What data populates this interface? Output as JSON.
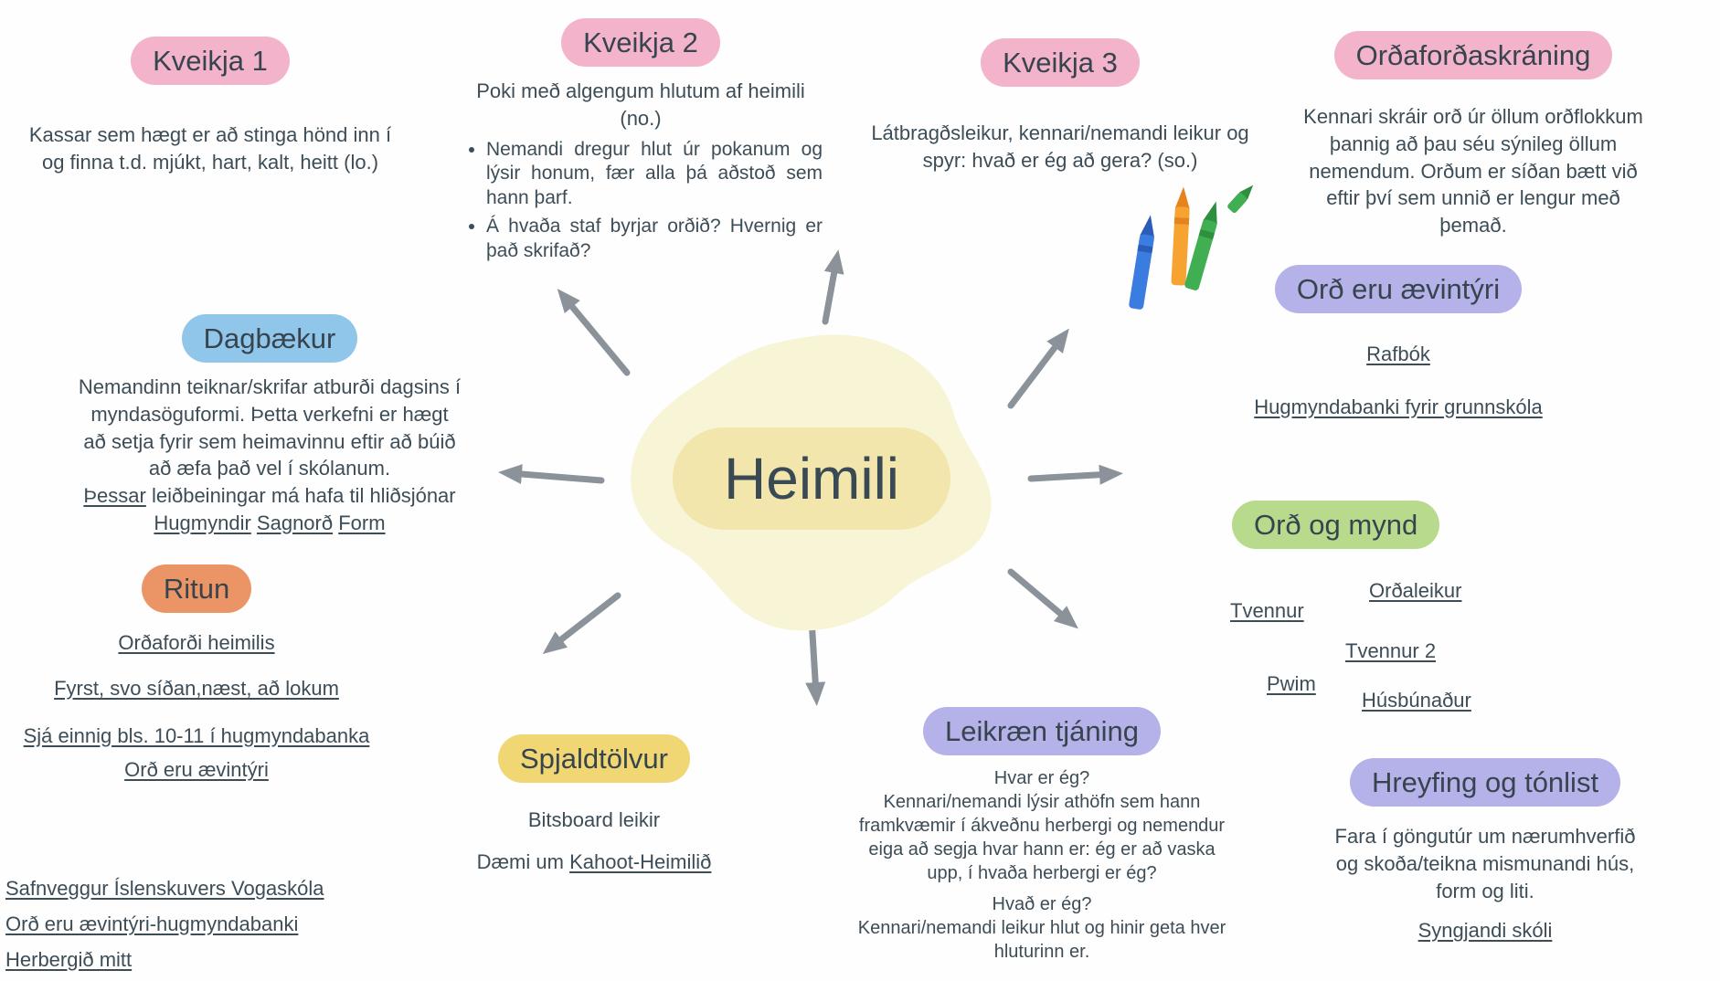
{
  "center": {
    "title": "Heimili"
  },
  "colors": {
    "pink": "#f3b4cb",
    "blue": "#8fc6e9",
    "orange": "#eb9566",
    "yellow": "#f1d773",
    "purple": "#b4b2e9",
    "green": "#b8da8c",
    "text": "#3d4d57",
    "arrow": "#8b929a",
    "blob_outer": "#f8f4d6",
    "blob_inner": "#f3e6ac"
  },
  "kveikja1": {
    "label": "Kveikja 1",
    "body": "Kassar sem hægt er að stinga hönd inn í og finna t.d. mjúkt, hart, kalt, heitt (lo.)"
  },
  "kveikja2": {
    "label": "Kveikja 2",
    "intro": "Poki með algengum hlutum af heimili (no.)",
    "bullets": [
      "Nemandi dregur hlut úr pokanum og lýsir honum, fær alla þá aðstoð sem hann þarf.",
      "Á hvaða staf byrjar orðið? Hvernig er það skrifað?"
    ]
  },
  "kveikja3": {
    "label": "Kveikja 3",
    "body": "Látbragðsleikur, kennari/nemandi leikur og spyr: hvað er ég að gera? (so.)"
  },
  "ordafordaskraning": {
    "label": "Orðaforðaskráning",
    "body": "Kennari skráir orð úr öllum orðflokkum þannig að þau séu sýnileg öllum nemendum. Orðum er síðan bætt við eftir því sem unnið er lengur með þemað."
  },
  "dagbaekur": {
    "label": "Dagbækur",
    "body": "Nemandinn teiknar/skrifar atburði dagsins í myndasöguformi. Þetta verkefni er hægt að setja fyrir sem heimavinnu eftir að búið að æfa það vel í skólanum.",
    "link_thessar": "Þessar",
    "after_thessar": "leiðbeiningar má hafa til hliðsjónar",
    "links": [
      "Hugmyndir",
      "Sagnorð",
      "Form"
    ]
  },
  "ritun": {
    "label": "Ritun",
    "links": [
      "Orðaforði heimilis",
      "Fyrst, svo síðan,næst, að lokum",
      "Sjá einnig bls. 10-11 í hugmyndabanka",
      "Orð eru ævintýri"
    ]
  },
  "footer_links": [
    "Safnveggur Íslenskuvers Vogaskóla",
    "Orð eru ævintýri-hugmyndabanki",
    "Herbergið mitt"
  ],
  "spjaldtolvur": {
    "label": "Spjaldtölvur",
    "line1": "Bitsboard leikir",
    "line2_prefix": "Dæmi um",
    "line2_link": "Kahoot-Heimilið"
  },
  "leikraen": {
    "label": "Leikræn tjáning",
    "q1": "Hvar er ég?",
    "p1": "Kennari/nemandi lýsir athöfn sem hann framkvæmir í ákveðnu herbergi og nemendur eiga að segja hvar hann er: ég er að vaska upp, í hvaða herbergi er ég?",
    "q2": "Hvað er ég?",
    "p2": "Kennari/nemandi leikur hlut og hinir geta hver hluturinn er."
  },
  "ord_eru_aevintyri": {
    "label": "Orð eru ævintýri",
    "links": [
      "Rafbók",
      "Hugmyndabanki fyrir grunnskóla"
    ]
  },
  "ord_og_mynd": {
    "label": "Orð og mynd",
    "links": [
      "Tvennur",
      "Orðaleikur",
      "Tvennur 2",
      "Pwim",
      "Húsbúnaður"
    ]
  },
  "hreyfing": {
    "label": "Hreyfing og tónlist",
    "body": "Fara í göngutúr um nærumhverfið og skoða/teikna mismunandi hús, form og liti.",
    "link": "Syngjandi skóli"
  }
}
